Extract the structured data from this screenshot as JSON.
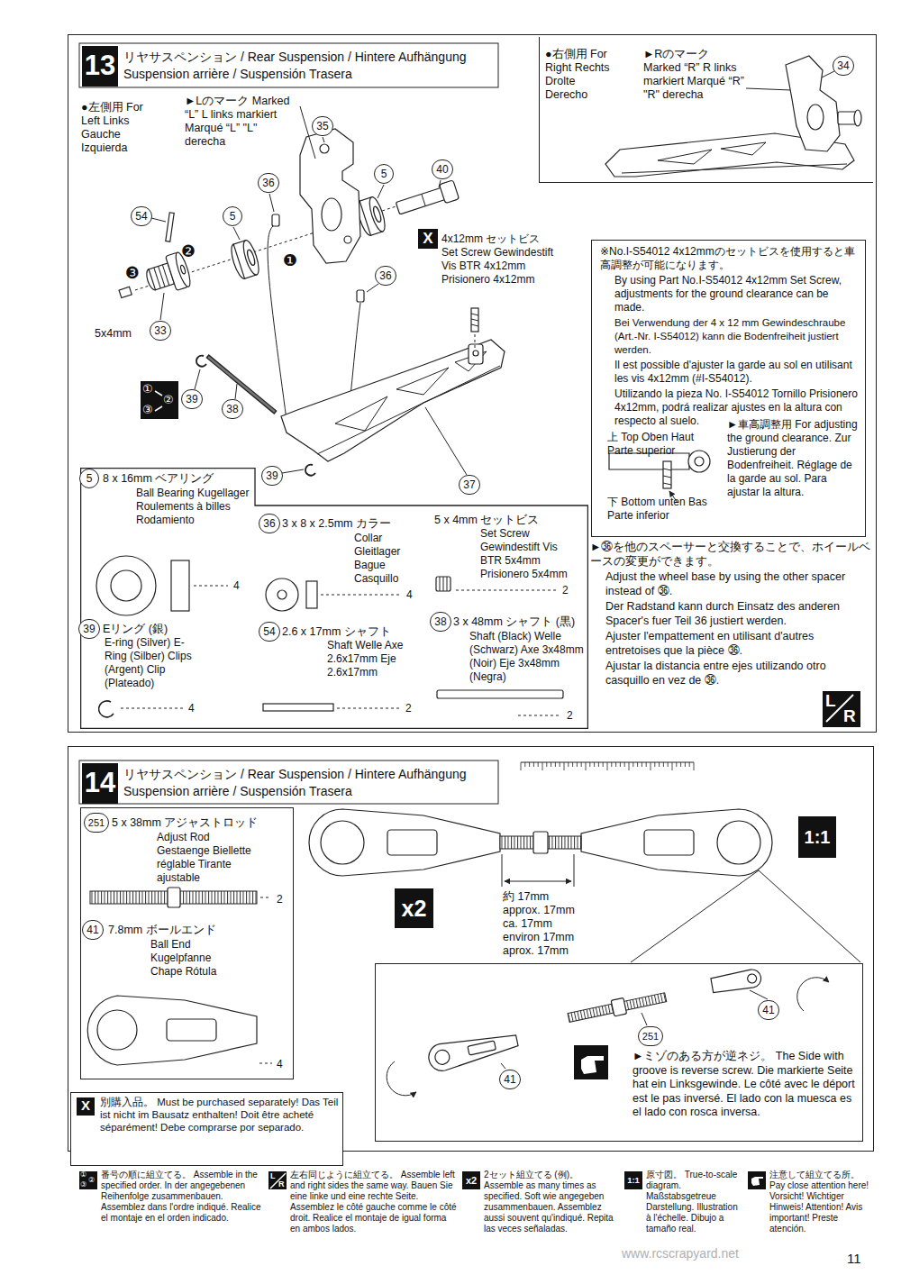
{
  "diagram": {
    "nodes": [
      {
        "text": [
          "リヤサスペンション / Rear Suspension / Hintere Aufhängung Suspension arrière / Suspensión Trasera"
        ]
      },
      {
        "text": [
          "13"
        ],
        "in": 0
      },
      {
        "text": [
          "●右側用 For Right Rechts Drolte Derecho",
          "►Rのマーク Marked “R” R links markiert Marqué “R” \"R\" derecha"
        ],
        "in": 0
      },
      {
        "text": [
          "5",
          "8 x 16mm ベアリング",
          "Ball Bearing Kugellager Roulements à billes Rodamiento",
          "4",
          "36",
          "3 x 8 x 2.5mm カラー",
          "Collar Gleitlager Bague Casquillo",
          "4",
          "5 x 4mm セットビス",
          "Set Screw Gewindestift Vis BTR 5x4mm Prisionero 5x4mm",
          "2",
          "39",
          "Eリング (銀)",
          "E-ring (Silver) E-Ring (Silber) Clips (Argent) Clip (Plateado)",
          "4",
          "54",
          "2.6 x 17mm シャフト",
          "Shaft Welle Axe 2.6x17mm Eje 2.6x17mm",
          "2",
          "38",
          "3 x 48mm シャフト (黒)",
          "Shaft (Black) Welle (Schwarz) Axe 3x48mm (Noir) Eje 3x48mm (Negra)",
          "2"
        ],
        "in": 0
      },
      {
        "text": [
          "※No.I-S54012 4x12mmのセットビスを使用すると車高調整が可能になります。",
          "By using Part No.I-S54012 4x12mm Set Screw, adjustments for the ground clearance can be made.",
          "Bei Verwendung der 4 x 12 mm Gewindeschraube (Art.-Nr. I-S54012) kann die Bodenfreiheit justiert werden.",
          "Il est possible d'ajuster la garde au sol en utilisant les vis 4x12mm (#I-S54012).",
          "Utilizando la pieza No. I-S54012 Tornillo Prisionero 4x12mm, podrá realizar ajustes en la altura con respecto al suelo.",
          "上 Top Oben Haut Parte superior",
          "下 Bottom unten Bas Parte inferior",
          "►車高調整用 For adjusting the ground clearance. Zur Justierung der Bodenfreiheit. Réglage de la garde au sol. Para ajustar la altura."
        ],
        "in": 0
      },
      {
        "text": [
          "L",
          "R"
        ],
        "in": 0
      },
      {
        "text": [
          "①",
          "②",
          "③"
        ],
        "in": 0
      },
      {
        "text": [
          "X"
        ],
        "in": 0
      },
      {
        "text": [
          "リヤサスペンション / Rear Suspension / Hintere Aufhängung Suspension arrière / Suspensión Trasera"
        ]
      },
      {
        "text": [
          "14"
        ],
        "in": 8
      },
      {
        "text": [
          "251",
          "5 x 38mm アジャストロッド",
          "Adjust Rod Gestaenge Biellette réglable Tirante ajustable",
          "2",
          "41",
          "7.8mm ボールエンド",
          "Ball End Kugelpfanne Chape Rótula",
          "4"
        ],
        "in": 8
      },
      {
        "text": [
          "x2"
        ],
        "in": 8
      },
      {
        "text": [
          "1:1"
        ],
        "in": 8
      },
      {
        "text": [
          "►ミゾのある方が逆ネジ。 The Side with groove is reverse screw. Die markierte Seite hat ein Linksgewinde. Le côté avec le déport est le pas inversé. El lado con la muesca es el lado con rosca inversa."
        ],
        "in": 8
      },
      {
        "text": [
          "別購入品。 Must be purchased separately! Das Teil ist nicht im Bausatz enthalten! Doit être acheté séparément! Debe comprarse por separado."
        ]
      },
      {
        "text": [
          "X"
        ],
        "in": 14
      }
    ],
    "labels": [
      "●左側用 For Left Links Gauche Izquierda",
      "►Lのマーク Marked “L” L links markiert Marqué “L” \"L\" derecha",
      "35",
      "36",
      "5",
      "40",
      "54",
      "❷",
      "5",
      "❶",
      "❸",
      "4x12mm セットビス Set Screw Gewindestift Vis BTR 4x12mm Prisionero 4x12mm",
      "36",
      "5x4mm",
      "33",
      "39",
      "38",
      "39",
      "37",
      "34",
      "►㊱を他のスペーサーと交換することで、ホイールベースの変更ができます。",
      "Adjust the wheel base by using the other spacer instead of ㊱.",
      "Der Radstand kann durch Einsatz des anderen Spacer's fuer Teil 36 justiert werden.",
      "Ajuster l'empattement en utilisant d'autres entretoises que la pièce ㊱.",
      "Ajustar la distancia entre ejes utilizando otro casquillo en vez de ㊱.",
      "約 17mm approx. 17mm ca. 17mm environ 17mm aprox. 17mm",
      "41",
      "251",
      "41",
      "①",
      "②",
      "③",
      "L",
      "R",
      "x2",
      "1:1",
      "www.rcscrapyard.net",
      "11"
    ],
    "legend": [
      {
        "text": "番号の順に組立てる。 Assemble in the specified order. In der angegebenen Reihenfolge zusammenbauen. Assemblez dans l'ordre indiqué. Realice el montaje en el orden indicado."
      },
      {
        "text": "左右同じように組立てる。 Assemble left and right sides the same way. Bauen Sie eine linke und eine rechte Seite. Assemblez le côté gauche comme le côté droit. Realice el montaje de igual forma en ambos lados."
      },
      {
        "text": "2セット組立てる (例)。 Assemble as many times as specified. Soft wie angegeben zusammenbauen. Assemblez aussi souvent qu'indiqué. Repita las veces señaladas."
      },
      {
        "text": "原寸図。 True-to-scale diagram. Maßstabsgetreue Darstellung. Illustration à l'échelle. Dibujo a tamaño real."
      },
      {
        "text": "注意して組立てる所。 Pay close attention here! Vorsicht! Wichtiger Hinweis! Attention! Avis important! Preste atención."
      }
    ]
  }
}
